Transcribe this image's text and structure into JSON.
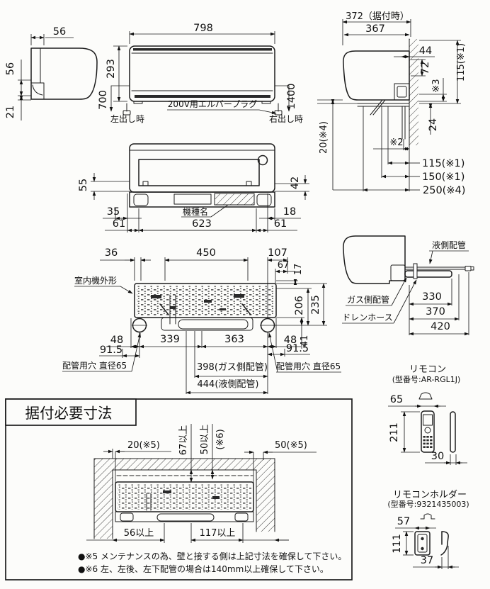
{
  "top_left_view": {
    "d56_top": "56",
    "d56_side": "56",
    "d21": "21"
  },
  "front_view": {
    "d798": "798",
    "d293": "293",
    "d700": "700",
    "d1400": "1400",
    "plug_label": "200V用エルバープラグ",
    "left_out": "左出し時",
    "right_out": "右出し時"
  },
  "side_view_top": {
    "d372": "372（据付時）",
    "d367": "367",
    "d44": "44",
    "d72": "72",
    "s3": "※3",
    "d115v": "115(※1)",
    "d24": "24",
    "d20": "20(※4)",
    "s2": "※2",
    "d115": "115(※1)",
    "d150": "150(※1)",
    "d250": "250(※4)"
  },
  "bottom_view": {
    "d55": "55",
    "d42": "42",
    "d35": "35",
    "d61l": "61",
    "d623": "623",
    "d61r": "61",
    "d18": "18",
    "model_label": "機種名"
  },
  "plate_view": {
    "outline_label": "室内機外形",
    "d36": "36",
    "d450": "450",
    "d107": "107",
    "d67": "67",
    "d17": "17",
    "d206": "206",
    "d235": "235",
    "d41": "41",
    "d48l": "48",
    "d339": "339",
    "d363": "363",
    "d48r": "48",
    "d915l": "91.5",
    "d915r": "91.5",
    "hole_left": "配管用穴 直径65",
    "hole_right": "配管用穴 直径65",
    "d398": "398(ガス側配管)",
    "d444": "444(液側配管)"
  },
  "pipe_view": {
    "liquid": "液側配管",
    "gas": "ガス側配管",
    "drain": "ドレンホース",
    "d330": "330",
    "d370": "370",
    "d420": "420"
  },
  "remote": {
    "title": "リモコン",
    "model": "(型番号:AR-RGL1J)",
    "d65": "65",
    "d211": "211",
    "d30": "30"
  },
  "holder": {
    "title": "リモコンホルダー",
    "model": "(型番号:9321435003)",
    "d57": "57",
    "d111": "111",
    "d37": "37"
  },
  "install_box": {
    "title": "据付必要寸法",
    "d20": "20(※5)",
    "d67": "67以上",
    "d50": "50以上",
    "s6": "(※6)",
    "d50r": "50(※5)",
    "d56": "56以上",
    "d117": "117以上",
    "note5": "●※5 メンテナンスの為、壁と接する側は上記寸法を確保して下さい。",
    "note6": "●※6 左、左後、左下配管の場合は140mm以上確保して下さい。"
  }
}
